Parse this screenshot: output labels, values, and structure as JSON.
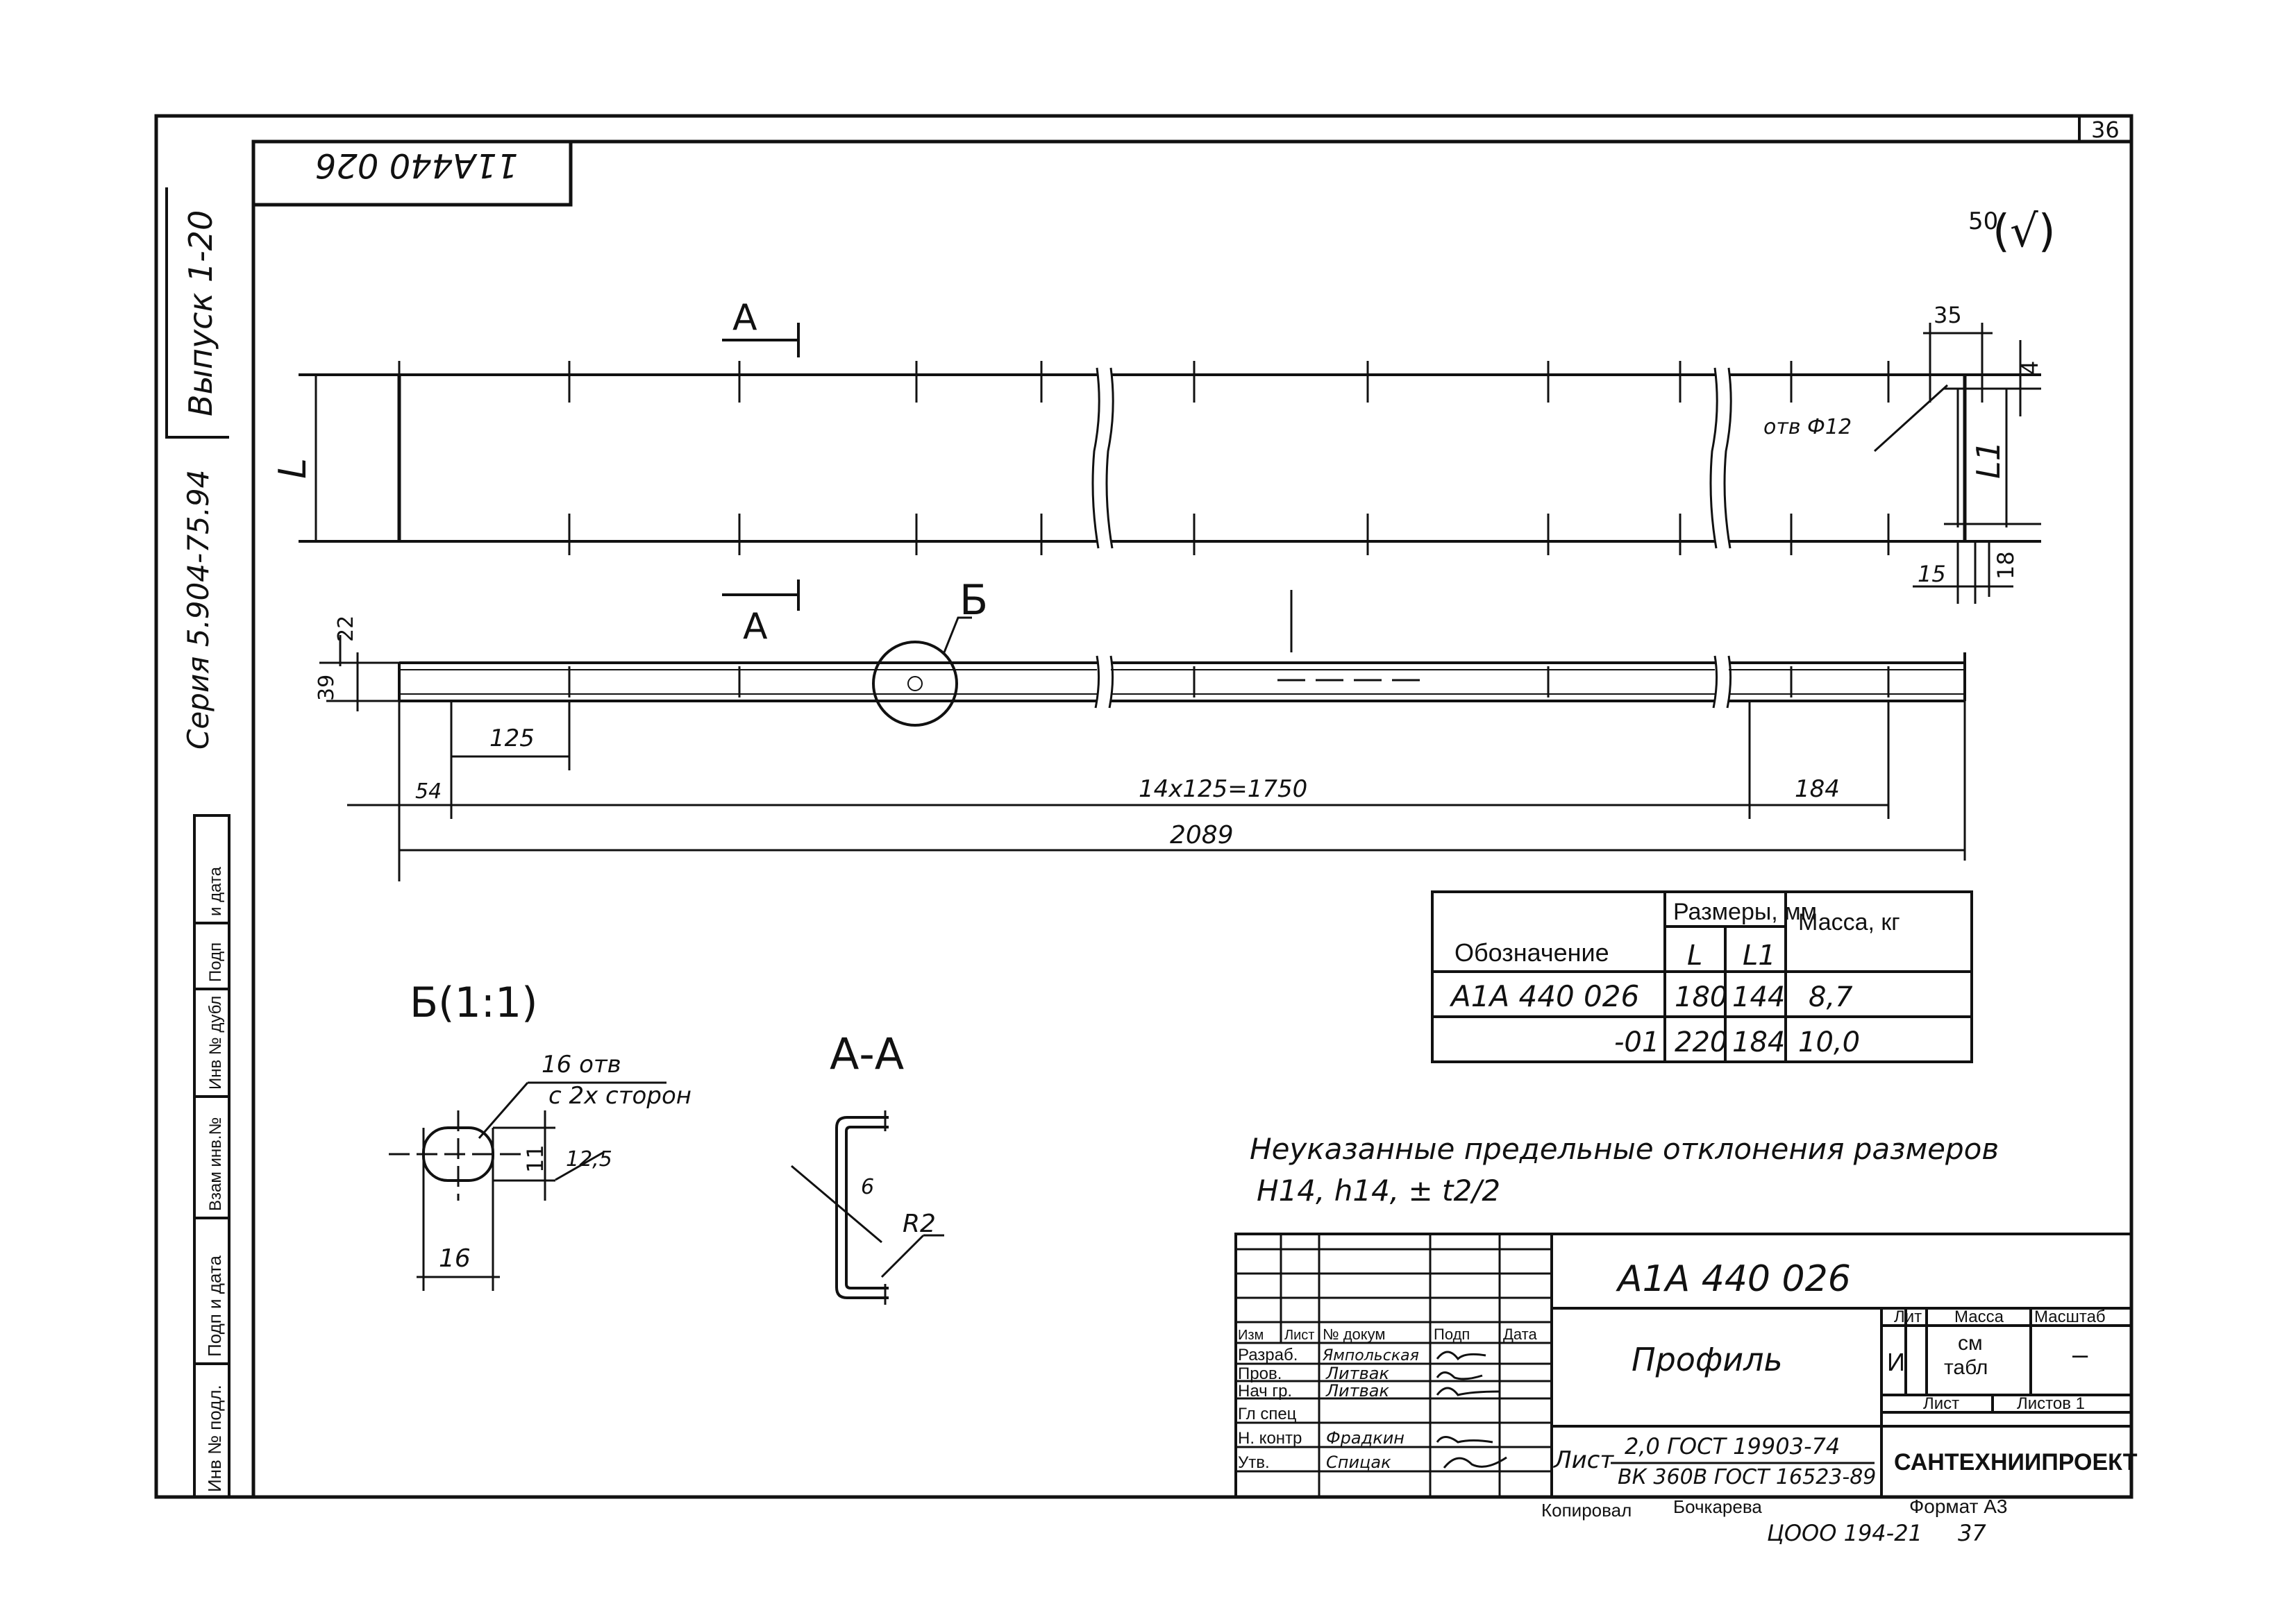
{
  "sheet": {
    "page_number": "36",
    "code_top": "11A440 026",
    "roughness": "50",
    "roughness_extra": "(√)",
    "series": "Серия 5.904-75.94",
    "issue": "Выпуск 1-20"
  },
  "drawing": {
    "section_mark": "A",
    "callout_b": "Б",
    "dim_L": "L",
    "dim_L1": "L1",
    "hole_note": "отв Ф12",
    "dim_35": "35",
    "dim_4": "4",
    "dim_15": "15",
    "dim_18": "18",
    "dim_22": "22",
    "dim_39": "39",
    "dim_125": "125",
    "dim_54": "54",
    "dim_chain": "14x125=1750",
    "dim_184": "184",
    "dim_total": "2089"
  },
  "detail_b": {
    "title": "Б(1:1)",
    "note_line1": "16 отв",
    "note_line2": "с 2х сторон",
    "dim_125": "12,5",
    "dim_11": "11",
    "dim_16": "16"
  },
  "section_aa": {
    "title": "А-А",
    "dim_r2": "R2",
    "dim_6": "6"
  },
  "table": {
    "col_designation": "Обозначение",
    "col_sizes": "Размеры, мм",
    "col_L": "L",
    "col_L1": "L1",
    "col_mass": "Масса, кг",
    "rows": [
      {
        "designation": "А1А 440 026",
        "L": "180",
        "L1": "144",
        "mass": "8,7"
      },
      {
        "designation": "-01",
        "L": "220",
        "L1": "184",
        "mass": "10,0"
      }
    ]
  },
  "tolerance_note": {
    "line1": "Неуказанные предельные отклонения размеров",
    "line2": "Н14, h14, ± t2/2"
  },
  "title_block": {
    "doc_code": "А1А 440 026",
    "name": "Профиль",
    "h_izm": "Изм",
    "h_list": "Лист",
    "h_doc": "№ докум",
    "h_sign": "Подп",
    "h_date": "Дата",
    "roles": [
      "Разраб.",
      "Пров.",
      "Нач гр.",
      "Гл спец",
      "Н. контр",
      "Утв."
    ],
    "names": [
      "Ямпольская",
      "Литвак",
      "Литвак",
      "",
      "Фрадкин",
      "Спицак"
    ],
    "lit_label": "Лит",
    "mass_label": "Масса",
    "scale_label": "Масштаб",
    "lit_value": "И",
    "mass_value1": "см",
    "mass_value2": "табл",
    "scale_value": "–",
    "sheet_label": "Лист",
    "sheets_label": "Листов 1",
    "material_label": "Лист",
    "material_line1": "2,0 ГОСТ 19903-74",
    "material_line2": "ВК 360В ГОСТ 16523-89",
    "org": "САНТЕХНИИПРОЕКТ",
    "copied": "Копировал",
    "copied_name": "Бочкарева",
    "format": "Формат А3",
    "inventory": "ЦООО 194-21",
    "inventory_page": "37"
  },
  "left_strip": [
    "Инв № подл.",
    "Подп и дата",
    "Взам инв.№",
    "Инв № дубл",
    "Подп",
    "и дата"
  ]
}
